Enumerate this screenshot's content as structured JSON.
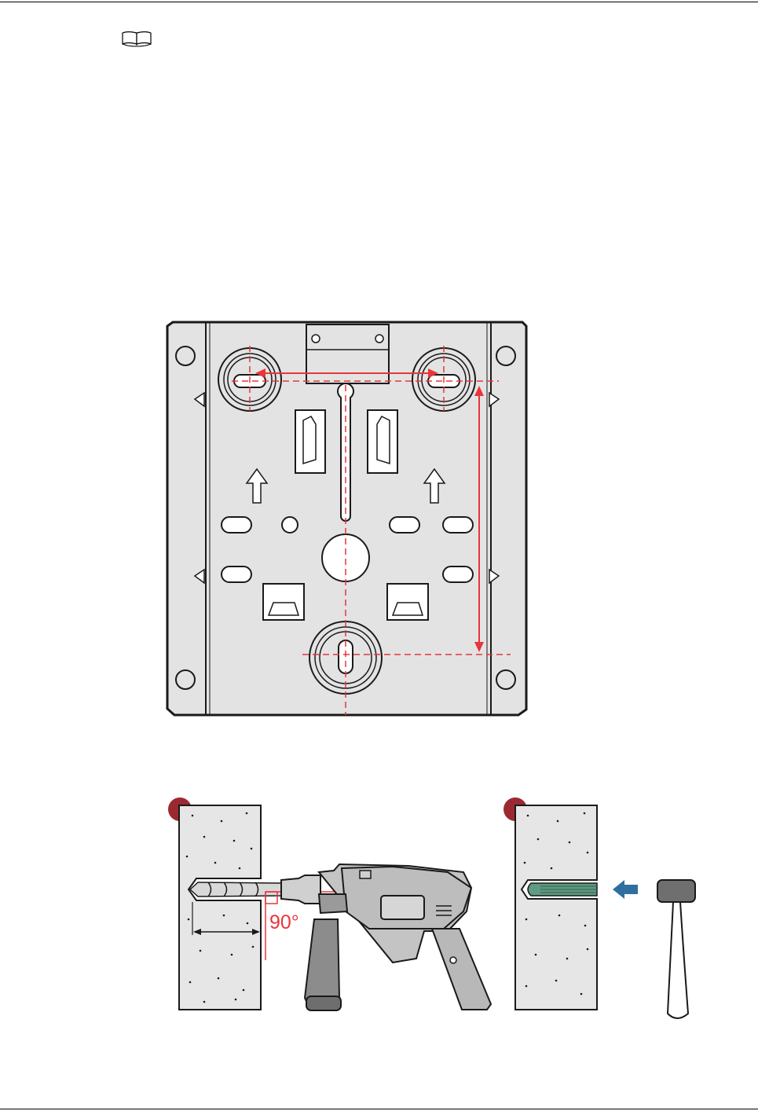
{
  "header": {
    "rule": true
  },
  "note": {
    "icon": "book-icon"
  },
  "figure_mounting_bracket": {
    "icon": "mounting-bracket-drawing"
  },
  "figure_drilling": {
    "step1_label": "",
    "step2_label": "",
    "angle_label": "90°",
    "icons": [
      "wall-section",
      "hammer-drill",
      "drill-bit",
      "expansion-bolt",
      "push-arrow-icon",
      "rubber-mallet"
    ]
  },
  "colors": {
    "dimension_red": "#e8363a",
    "bracket_fill": "#e3e3e3",
    "badge": "#9b2a30",
    "arrow_blue": "#2f6f9f",
    "anchor_green": "#5f9a82"
  }
}
